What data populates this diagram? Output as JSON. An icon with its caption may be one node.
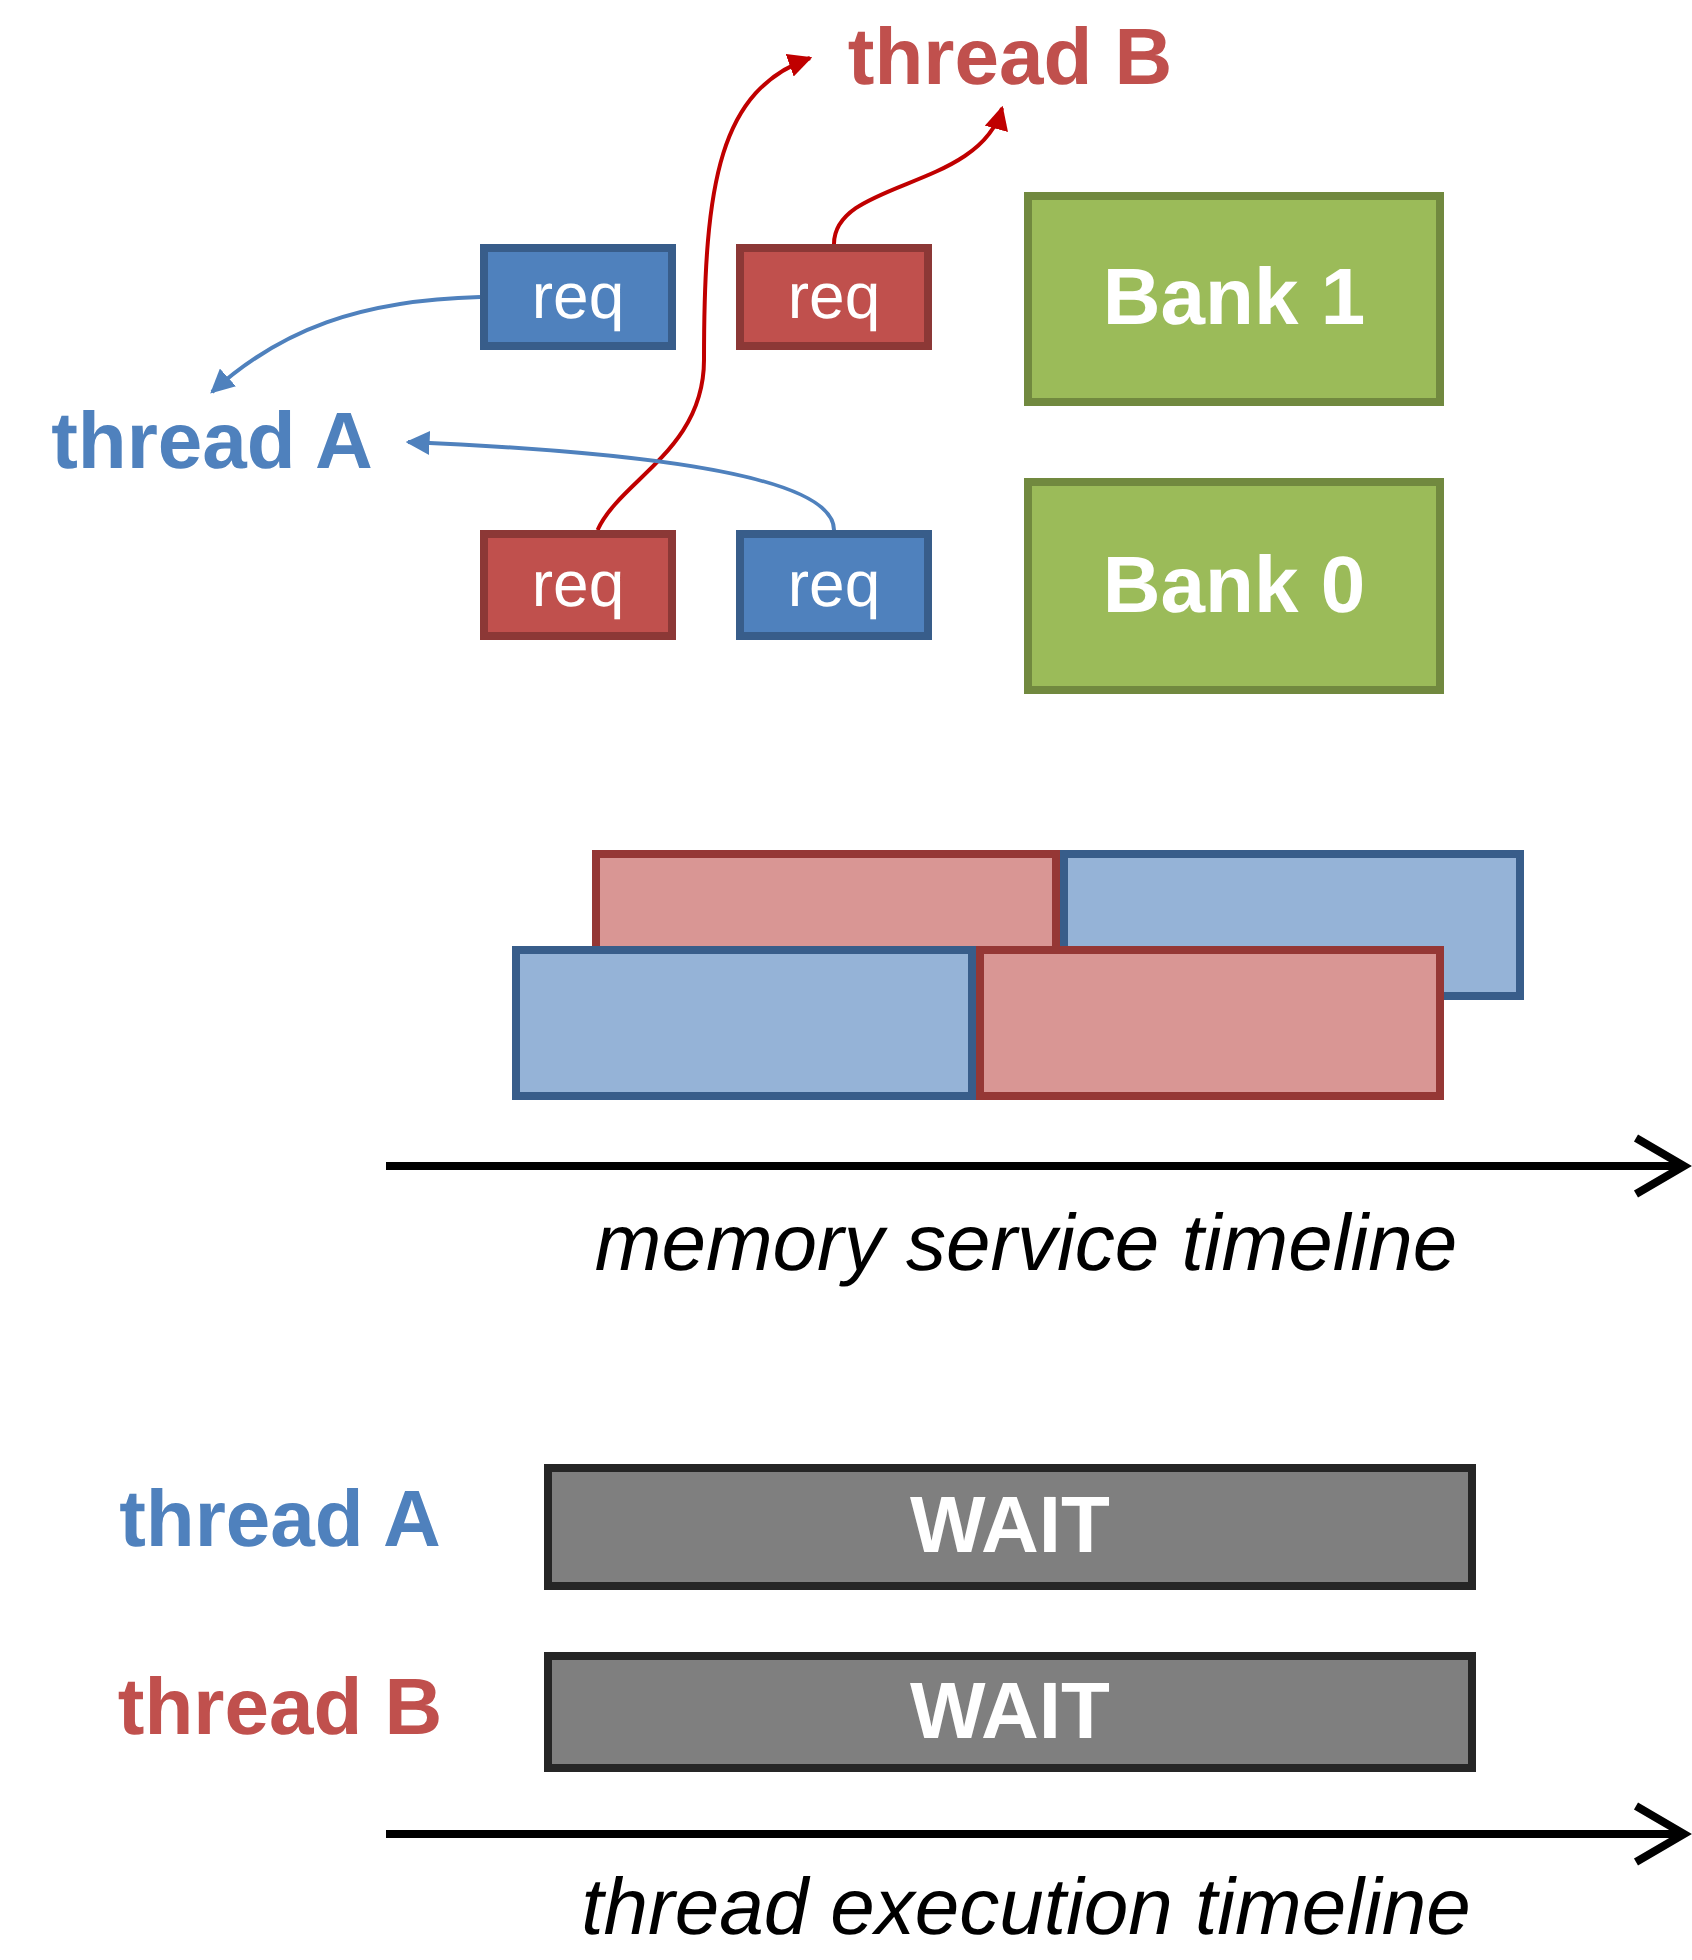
{
  "diagram": {
    "nodes": [
      {
        "text": [
          "thread B"
        ]
      },
      {
        "text": [
          "req"
        ]
      },
      {
        "text": [
          "req"
        ]
      },
      {
        "text": [
          "Bank 1"
        ]
      },
      {
        "text": [
          "thread A"
        ]
      },
      {
        "text": [
          "req"
        ]
      },
      {
        "text": [
          "req"
        ]
      },
      {
        "text": [
          "Bank 0"
        ]
      },
      {
        "text": [],
        "shape": "bar"
      },
      {
        "text": [],
        "shape": "bar"
      },
      {
        "text": [],
        "shape": "bar"
      },
      {
        "text": [],
        "shape": "bar"
      },
      {
        "text": [
          "WAIT"
        ]
      },
      {
        "text": [
          "WAIT"
        ]
      }
    ],
    "edges": [
      {
        "from": 1,
        "to": 4,
        "arrow": "to",
        "color": "#4f81bd"
      },
      {
        "from": 2,
        "to": 0,
        "arrow": "to",
        "color": "#c00000"
      },
      {
        "from": 5,
        "to": 0,
        "arrow": "to",
        "color": "#c00000"
      },
      {
        "from": 6,
        "to": 4,
        "arrow": "to",
        "color": "#4f81bd"
      }
    ],
    "labels": [
      "memory service timeline",
      "thread A",
      "thread B",
      "thread execution timeline"
    ]
  }
}
